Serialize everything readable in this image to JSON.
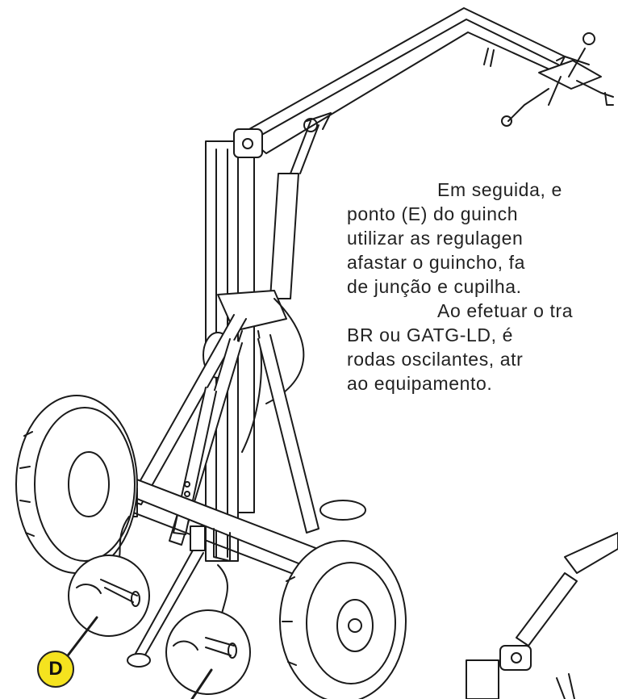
{
  "paragraph1": {
    "line1": "Em seguida, e",
    "line2": "ponto (E) do guinch",
    "line3": "utilizar as regulagen",
    "line4": "afastar o guincho, fa",
    "line5": "de junção e cupilha."
  },
  "paragraph2": {
    "line1": "Ao efetuar o tra",
    "line2": "BR ou GATG-LD, é",
    "line3": "rodas oscilantes, atr",
    "line4": "ao equipamento."
  },
  "callout_d": "D",
  "colors": {
    "callout_fill": "#f5e31f",
    "line": "#1a1a1a"
  }
}
